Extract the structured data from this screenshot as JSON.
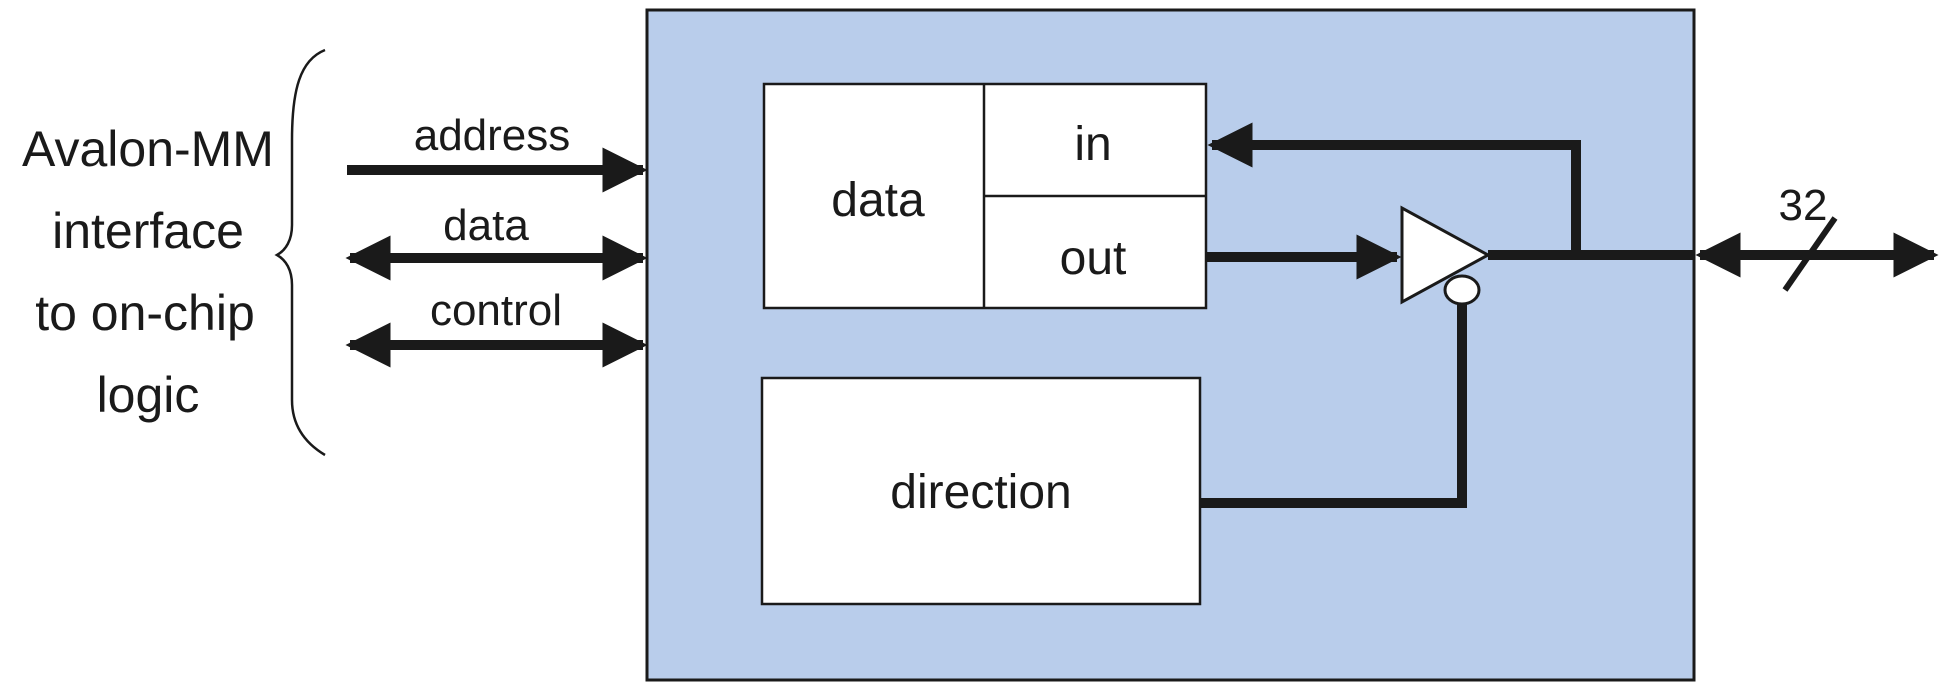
{
  "interface_label": {
    "lines": [
      "Avalon-MM",
      "interface",
      "to on-chip",
      "logic"
    ]
  },
  "signals": {
    "address": "address",
    "data": "data",
    "control": "control"
  },
  "registers": {
    "data": "data",
    "data_in": "in",
    "data_out": "out",
    "direction": "direction"
  },
  "bus_width": "32",
  "colors": {
    "block_fill": "#b9cdeb",
    "line": "#1a1a1a",
    "register_fill": "#ffffff"
  }
}
